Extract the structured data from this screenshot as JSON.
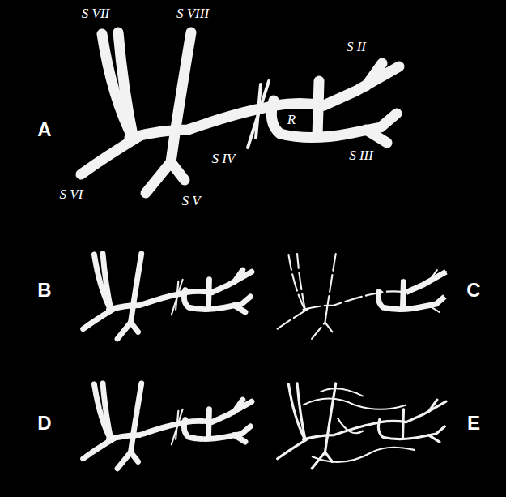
{
  "diagram": {
    "labels": [
      "S VII",
      "S VIII",
      "S II",
      "A",
      "R",
      "S IV",
      "S III",
      "S VI",
      "S V",
      "B",
      "C",
      "D",
      "E"
    ]
  }
}
